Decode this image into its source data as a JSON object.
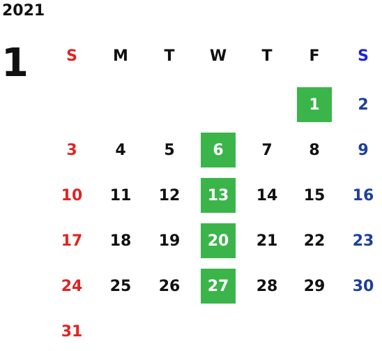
{
  "year": "2021",
  "month": "1",
  "weekdays": [
    "S",
    "M",
    "T",
    "W",
    "T",
    "F",
    "S"
  ],
  "weeks": [
    [
      "",
      "",
      "",
      "",
      "",
      "1",
      "2"
    ],
    [
      "3",
      "4",
      "5",
      "6",
      "7",
      "8",
      "9"
    ],
    [
      "10",
      "11",
      "12",
      "13",
      "14",
      "15",
      "16"
    ],
    [
      "17",
      "18",
      "19",
      "20",
      "21",
      "22",
      "23"
    ],
    [
      "24",
      "25",
      "26",
      "27",
      "28",
      "29",
      "30"
    ],
    [
      "31",
      "",
      "",
      "",
      "",
      "",
      ""
    ]
  ],
  "highlighted_days": [
    "1",
    "6",
    "13",
    "20",
    "27"
  ],
  "colors": {
    "sunday": "#e02424",
    "saturday": "#1e3f9b",
    "saturday_header": "#1a22e0",
    "highlight": "#3bb54a",
    "text": "#111111"
  }
}
